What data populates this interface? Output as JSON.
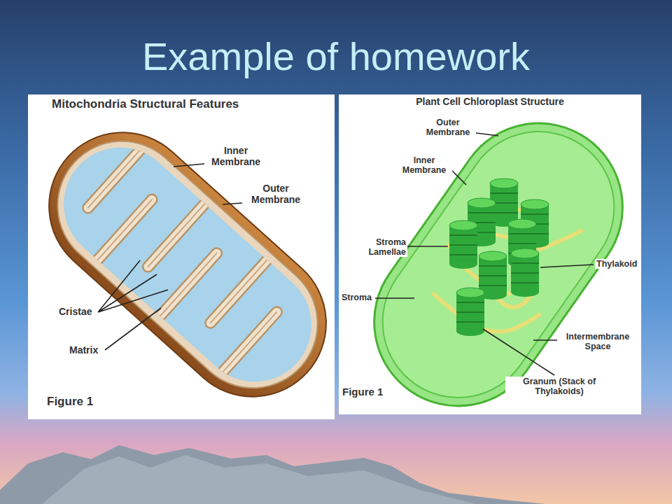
{
  "diagram": {
    "title": "Example of homework",
    "nodes": [
      {
        "text": [
          "Mitochondria Structural Features",
          "Figure 1"
        ]
      },
      {
        "text": [
          "Plant Cell Chloroplast Structure",
          "Figure 1"
        ]
      }
    ],
    "labels": [
      "Inner Membrane",
      "Outer Membrane",
      "Cristae",
      "Matrix",
      "Outer Membrane",
      "Inner Membrane",
      "Stroma Lamellae",
      "Thylakoid",
      "Stroma",
      "Intermembrane Space",
      "Granum (Stack of Thylakoids)"
    ]
  }
}
